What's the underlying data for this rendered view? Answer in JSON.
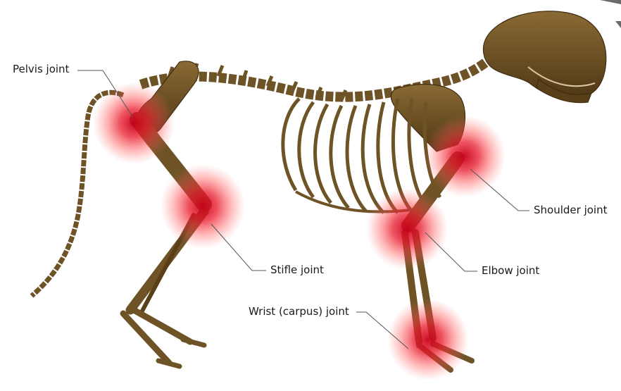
{
  "labels": {
    "pelvis": "Pelvis joint",
    "stifle": "Stifle joint",
    "wrist": "Wrist (carpus) joint",
    "shoulder": "Shoulder joint",
    "elbow": "Elbow joint"
  },
  "colors": {
    "bone": "#6e5326",
    "bone_dark": "#3f2c10",
    "bone_light": "#a98a50",
    "joint_glow": "#e8192c",
    "leader_line": "#555555"
  }
}
